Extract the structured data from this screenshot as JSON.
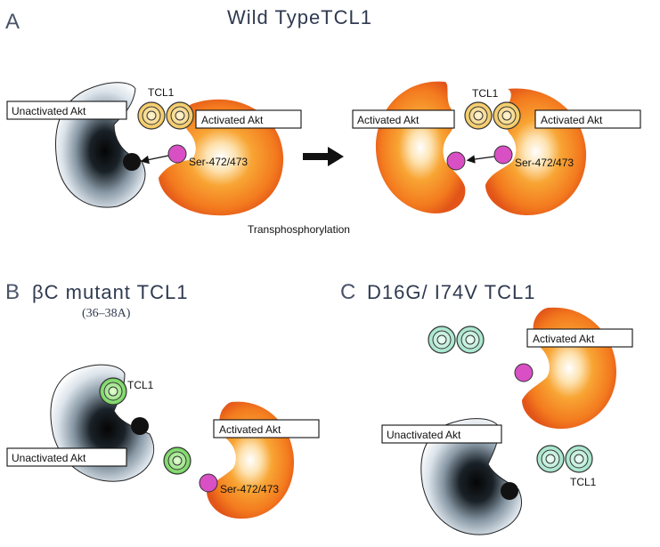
{
  "panel_a": {
    "letter": "A",
    "title": "Wild TypeTCL1",
    "unactivated_label": "Unactivated Akt",
    "activated_label": "Activated Akt",
    "tcl1_label": "TCL1",
    "ser_label": "Ser-472/473",
    "right_activated_label_left": "Activated Akt",
    "right_activated_label_right": "Activated Akt",
    "right_tcl1_label": "TCL1",
    "right_ser_label": "Ser-472/473",
    "caption": "Transphosphorylation"
  },
  "panel_b": {
    "letter": "B",
    "title": "βC mutant TCL1",
    "subtitle": "(36–38A)",
    "tcl1_label": "TCL1",
    "unactivated_label": "Unactivated Akt",
    "activated_label": "Activated Akt",
    "ser_label": "Ser-472/473"
  },
  "panel_c": {
    "letter": "C",
    "title": "D16G/ I74V TCL1",
    "activated_label": "Activated Akt",
    "unactivated_label": "Unactivated Akt",
    "tcl1_label": "TCL1"
  },
  "colors": {
    "active_orange": "#f58a1f",
    "active_orange_dark": "#e4551a",
    "inactive_dark": "#111111",
    "phospho_magenta": "#d94fc4",
    "tcl1_wt": "#f2cf6a",
    "tcl1_bc": "#7fd86a",
    "tcl1_d16g": "#9fe3c8"
  }
}
